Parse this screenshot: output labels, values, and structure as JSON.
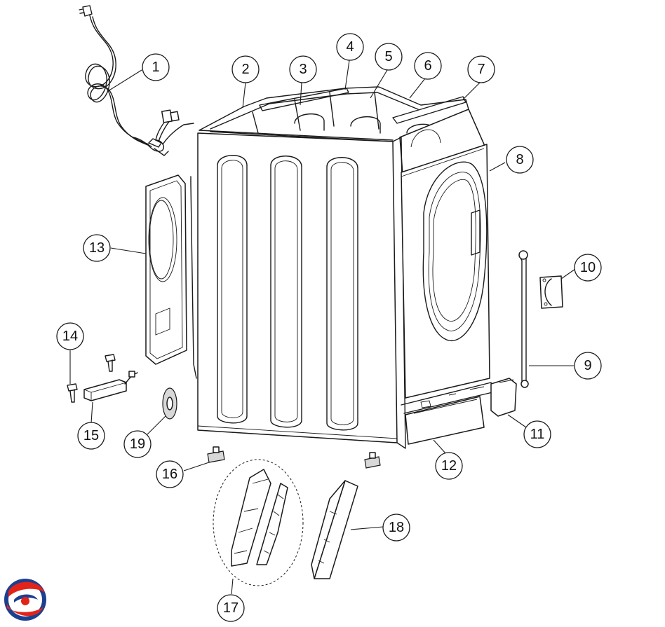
{
  "callouts": [
    {
      "id": "1",
      "label": "1"
    },
    {
      "id": "2",
      "label": "2"
    },
    {
      "id": "3",
      "label": "3"
    },
    {
      "id": "4",
      "label": "4"
    },
    {
      "id": "5",
      "label": "5"
    },
    {
      "id": "6",
      "label": "6"
    },
    {
      "id": "7",
      "label": "7"
    },
    {
      "id": "8",
      "label": "8"
    },
    {
      "id": "9",
      "label": "9"
    },
    {
      "id": "10",
      "label": "10"
    },
    {
      "id": "11",
      "label": "11"
    },
    {
      "id": "12",
      "label": "12"
    },
    {
      "id": "13",
      "label": "13"
    },
    {
      "id": "14",
      "label": "14"
    },
    {
      "id": "15",
      "label": "15"
    },
    {
      "id": "16",
      "label": "16"
    },
    {
      "id": "17",
      "label": "17"
    },
    {
      "id": "18",
      "label": "18"
    },
    {
      "id": "19",
      "label": "19"
    }
  ],
  "colors": {
    "line": "#1a1a1a",
    "logo_red": "#e2231a",
    "logo_blue": "#1d3f8f"
  }
}
